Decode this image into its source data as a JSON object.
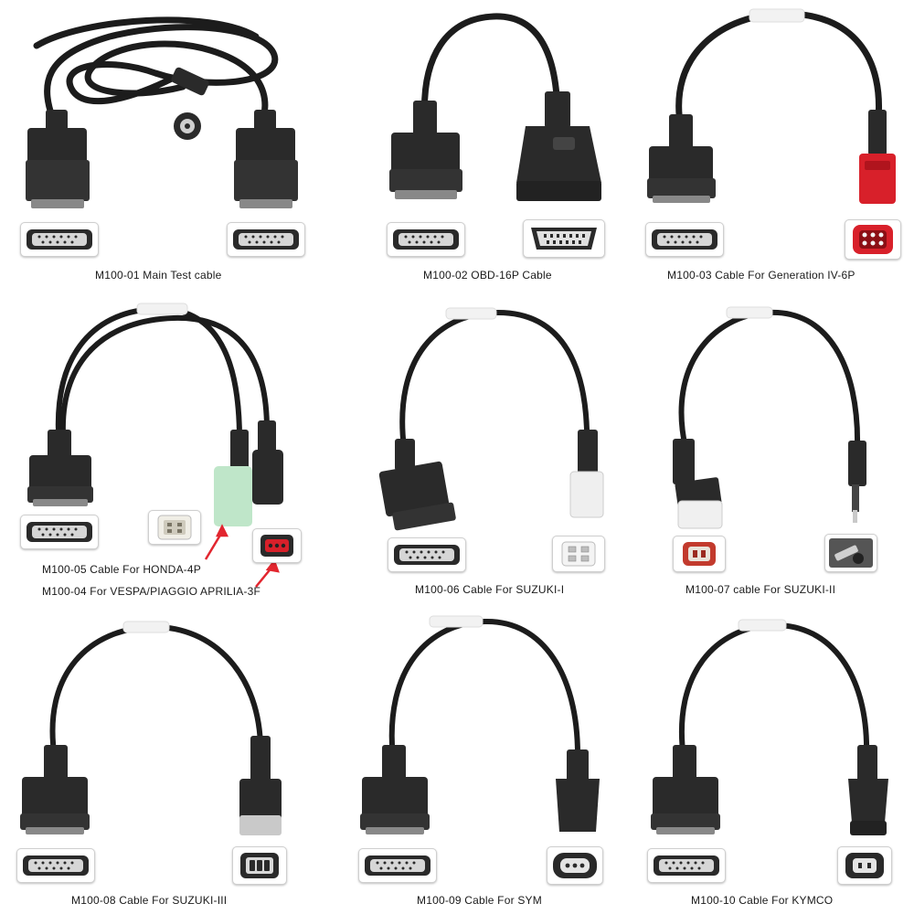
{
  "captions": {
    "c01": "M100-01 Main Test cable",
    "c02": "M100-02 OBD-16P Cable",
    "c03": "M100-03 Cable For Generation IV-6P",
    "c05": "M100-05 Cable For HONDA-4P",
    "c04": "M100-04 For VESPA/PIAGGIO APRILIA-3F",
    "c06": "M100-06 Cable For SUZUKI-I",
    "c07": "M100-07 cable For SUZUKI-II",
    "c08": "M100-08 Cable For SUZUKI-III",
    "c09": "M100-09 Cable For SYM",
    "c10": "M100-10 Cable For KYMCO"
  },
  "colors": {
    "cable": "#1c1c1c",
    "connector_body": "#2a2a2a",
    "white_band": "#f2f2f2",
    "red_connector": "#d8202a",
    "green_connector": "#bfe6c9",
    "gray_connector": "#c9c9c9",
    "arrow": "#e2262f"
  },
  "icons": [
    "db15-connector-icon",
    "obd16-connector-icon",
    "red-6p-connector-icon",
    "honda-4p-connector-icon",
    "piaggio-3f-connector-icon",
    "suzuki-connector-icon",
    "sym-connector-icon",
    "kymco-connector-icon",
    "barrel-jack-icon"
  ]
}
